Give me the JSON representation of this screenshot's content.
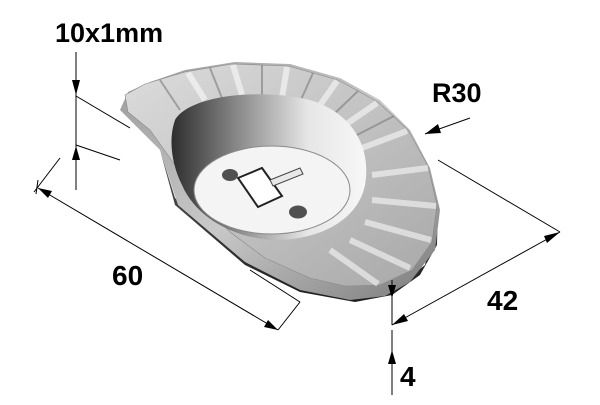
{
  "labels": {
    "slot": "10x1mm",
    "radius": "R30",
    "length": "60",
    "width": "42",
    "thickness": "4"
  },
  "colors": {
    "ink": "#000000",
    "part_light": "#f2f2f2",
    "part_mid": "#c8c8c8",
    "part_dark": "#6e6e6e",
    "part_shadow": "#3a3a3a"
  }
}
